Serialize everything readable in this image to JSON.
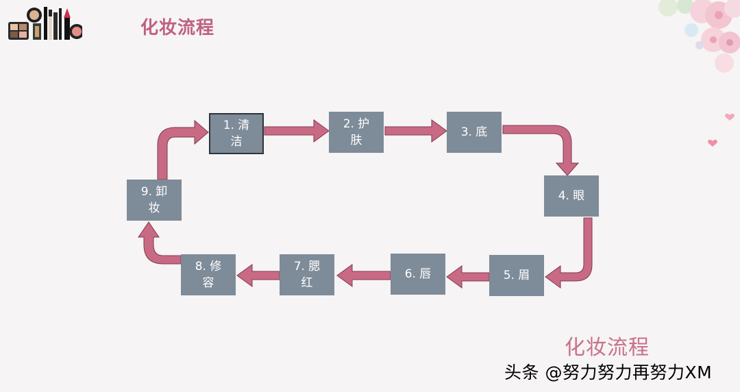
{
  "header": {
    "title": "化妆流程"
  },
  "footer": {
    "title": "化妆流程",
    "watermark": "头条 @努力努力再努力XM"
  },
  "decorations": {
    "logo_icon": "makeup-products-icon",
    "corner_icon": "flowers-icon",
    "side_icon": "hearts-icon"
  },
  "colors": {
    "arrow": "#c96a85",
    "box": "#7e8b99",
    "title": "#c06080"
  },
  "steps": [
    {
      "label": "1. 清洁"
    },
    {
      "label": "2. 护肤"
    },
    {
      "label": "3. 底"
    },
    {
      "label": "4. 眼"
    },
    {
      "label": "5. 眉"
    },
    {
      "label": "6. 唇"
    },
    {
      "label": "7. 腮红"
    },
    {
      "label": "8. 修容"
    },
    {
      "label": "9. 卸妆"
    }
  ]
}
